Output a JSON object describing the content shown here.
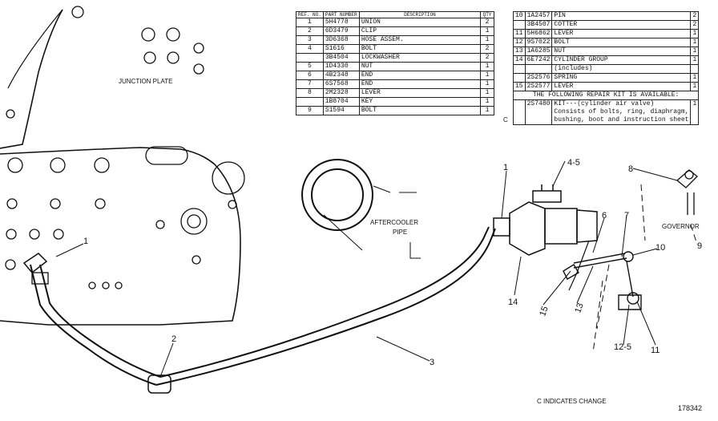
{
  "table_left": {
    "headers": [
      "REF. NO.",
      "PART NUMBER",
      "DESCRIPTION",
      "QTY"
    ],
    "rows": [
      {
        "ref": "1",
        "part": "5H4778",
        "desc": "UNION",
        "qty": "2"
      },
      {
        "ref": "2",
        "part": "6D3479",
        "desc": "CLIP",
        "qty": "1"
      },
      {
        "ref": "3",
        "part": "3D6368",
        "desc": "HOSE ASSEM.",
        "qty": "1"
      },
      {
        "ref": "4",
        "part": "S1616",
        "desc": "BOLT",
        "qty": "2"
      },
      {
        "ref": "",
        "part": "3B4504",
        "desc": "LOCKWASHER",
        "qty": "2"
      },
      {
        "ref": "5",
        "part": "1D4330",
        "desc": "NUT",
        "qty": "1"
      },
      {
        "ref": "6",
        "part": "4B2348",
        "desc": "END",
        "qty": "1"
      },
      {
        "ref": "7",
        "part": "6S7568",
        "desc": "END",
        "qty": "1"
      },
      {
        "ref": "8",
        "part": "2M2328",
        "desc": "LEVER",
        "qty": "1"
      },
      {
        "ref": "",
        "part": "1B8704",
        "desc": "KEY",
        "qty": "1"
      },
      {
        "ref": "9",
        "part": "S1594",
        "desc": "BOLT",
        "qty": "1"
      }
    ]
  },
  "table_right": {
    "rows": [
      {
        "ref": "10",
        "part": "1A2457",
        "desc": "PIN",
        "qty": "2"
      },
      {
        "ref": "",
        "part": "3B4507",
        "desc": "COTTER",
        "qty": "2"
      },
      {
        "ref": "11",
        "part": "5H6862",
        "desc": "LEVER",
        "qty": "1"
      },
      {
        "ref": "12",
        "part": "9S7022",
        "desc": "BOLT",
        "qty": "1"
      },
      {
        "ref": "13",
        "part": "1A6285",
        "desc": "NUT",
        "qty": "1"
      },
      {
        "ref": "14",
        "part": "6E7242",
        "desc": "CYLINDER GROUP",
        "qty": "1"
      },
      {
        "ref": "",
        "part": "",
        "desc": "(includes)",
        "qty": ""
      },
      {
        "ref": "",
        "part": "2S2576",
        "desc": "SPRING",
        "qty": "1"
      },
      {
        "ref": "15",
        "part": "2S2577",
        "desc": "LEVER",
        "qty": "1"
      }
    ],
    "kit_heading": "THE FOLLOWING REPAIR KIT IS AVAILABLE:",
    "change_mark": "C",
    "kit": {
      "part": "2S7480",
      "desc": "KIT---(cylinder air valve)",
      "qty": "1"
    },
    "kit_notes": [
      "Consists of bolts, ring, diaphragm,",
      "bushing, boot and instruction sheet"
    ]
  },
  "labels": {
    "junction_plate": "JUNCTION PLATE",
    "aftercooler_pipe_1": "AFTERCOOLER",
    "aftercooler_pipe_2": "PIPE",
    "governor": "GOVERNOR",
    "change_note": "C INDICATES CHANGE",
    "drawing_number": "178342"
  },
  "callouts": {
    "c1_left": "1",
    "c1_right": "1",
    "c2": "2",
    "c3": "3",
    "c4_5": "4-5",
    "c6": "6",
    "c7": "7",
    "c8": "8",
    "c9": "9",
    "c10": "10",
    "c11": "11",
    "c12_5": "12-5",
    "c13": "13",
    "c14": "14",
    "c15": "15"
  }
}
